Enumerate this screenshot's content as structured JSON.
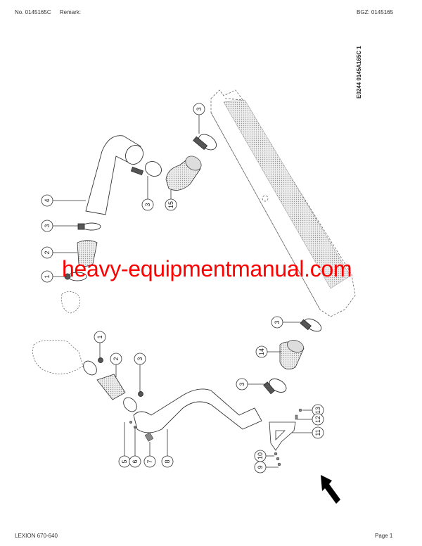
{
  "header": {
    "doc_number": "No. 0145165C",
    "remark_label": "Remark:",
    "bgz": "BGZ: 0145165"
  },
  "drawing_code": "E0244 0145A165C 1",
  "watermark": "heavy-equipmentmanual.com",
  "footer": {
    "model": "LEXION 670-640",
    "page": "Page 1"
  },
  "callouts": [
    {
      "id": "c3a",
      "label": "3"
    },
    {
      "id": "c4",
      "label": "4"
    },
    {
      "id": "c3b",
      "label": "3"
    },
    {
      "id": "c15",
      "label": "15"
    },
    {
      "id": "c3c",
      "label": "3"
    },
    {
      "id": "c2a",
      "label": "2"
    },
    {
      "id": "c1a",
      "label": "1"
    },
    {
      "id": "c1b",
      "label": "1"
    },
    {
      "id": "c2b",
      "label": "2"
    },
    {
      "id": "c3d",
      "label": "3"
    },
    {
      "id": "c3e",
      "label": "3"
    },
    {
      "id": "c14",
      "label": "14"
    },
    {
      "id": "c3f",
      "label": "3"
    },
    {
      "id": "c13",
      "label": "13"
    },
    {
      "id": "c12",
      "label": "12"
    },
    {
      "id": "c11",
      "label": "11"
    },
    {
      "id": "c10",
      "label": "10"
    },
    {
      "id": "c9",
      "label": "9"
    },
    {
      "id": "c5",
      "label": "5"
    },
    {
      "id": "c6",
      "label": "6"
    },
    {
      "id": "c7",
      "label": "7"
    },
    {
      "id": "c8",
      "label": "8"
    }
  ],
  "colors": {
    "watermark": "#ff0000",
    "line": "#333333",
    "hatch": "#d0d0d0"
  }
}
